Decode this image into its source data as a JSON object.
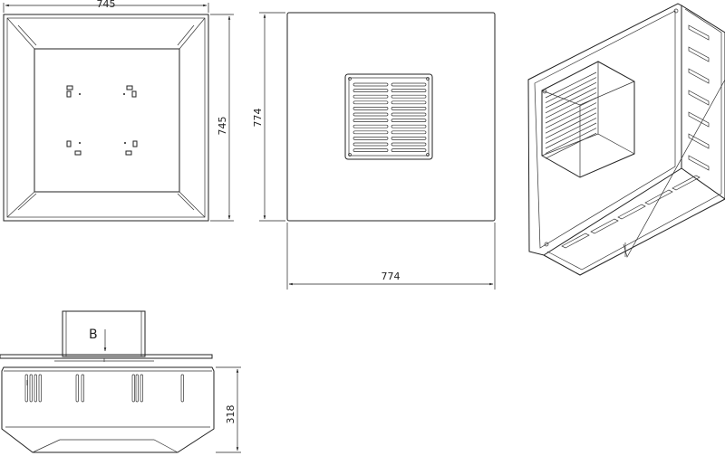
{
  "dimensions": {
    "top_width": "745",
    "top_height": "745",
    "front_height": "774",
    "front_width": "774",
    "side_height": "318"
  },
  "labels": {
    "view_marker": "B"
  },
  "colors": {
    "line": "#222222",
    "background": "#ffffff"
  }
}
